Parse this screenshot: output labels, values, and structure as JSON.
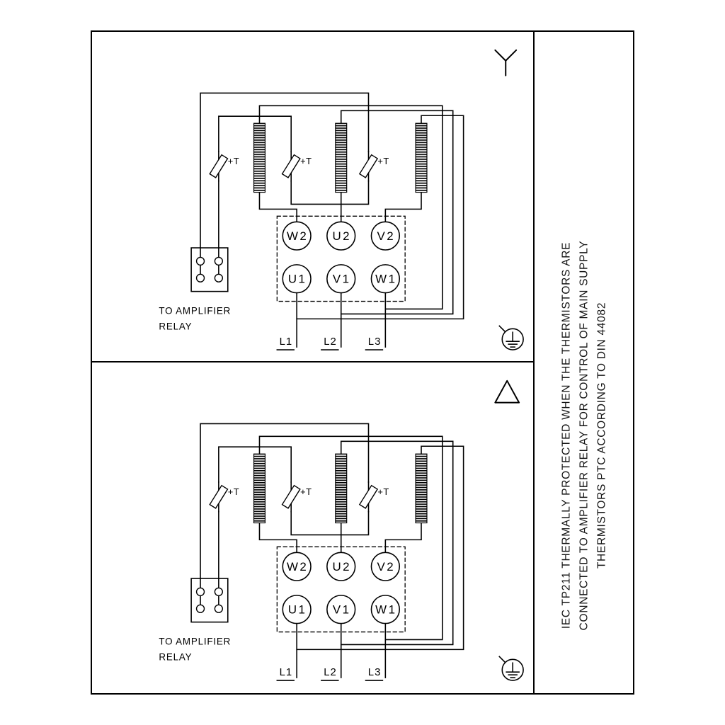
{
  "colors": {
    "line": "#000000",
    "background": "#ffffff"
  },
  "note": {
    "lines": [
      "IEC TP211 THERMALLY PROTECTED WHEN THE THERMISTORS ARE",
      "CONNECTED TO AMPLIFIER RELAY FOR CONTROL OF MAIN SUPPLY",
      "THERMISTORS PTC ACCORDING TO DIN 44082"
    ]
  },
  "panels": [
    {
      "id": "star",
      "icon": "star-connection-icon"
    },
    {
      "id": "delta",
      "icon": "delta-connection-icon"
    }
  ],
  "labels": {
    "thermistor": "+T",
    "terminals_top": [
      "W2",
      "U2",
      "V2"
    ],
    "terminals_bottom": [
      "U1",
      "V1",
      "W1"
    ],
    "relay_line1": "TO AMPLIFIER",
    "relay_line2": "RELAY",
    "supply": [
      "L1",
      "L2",
      "L3"
    ]
  }
}
